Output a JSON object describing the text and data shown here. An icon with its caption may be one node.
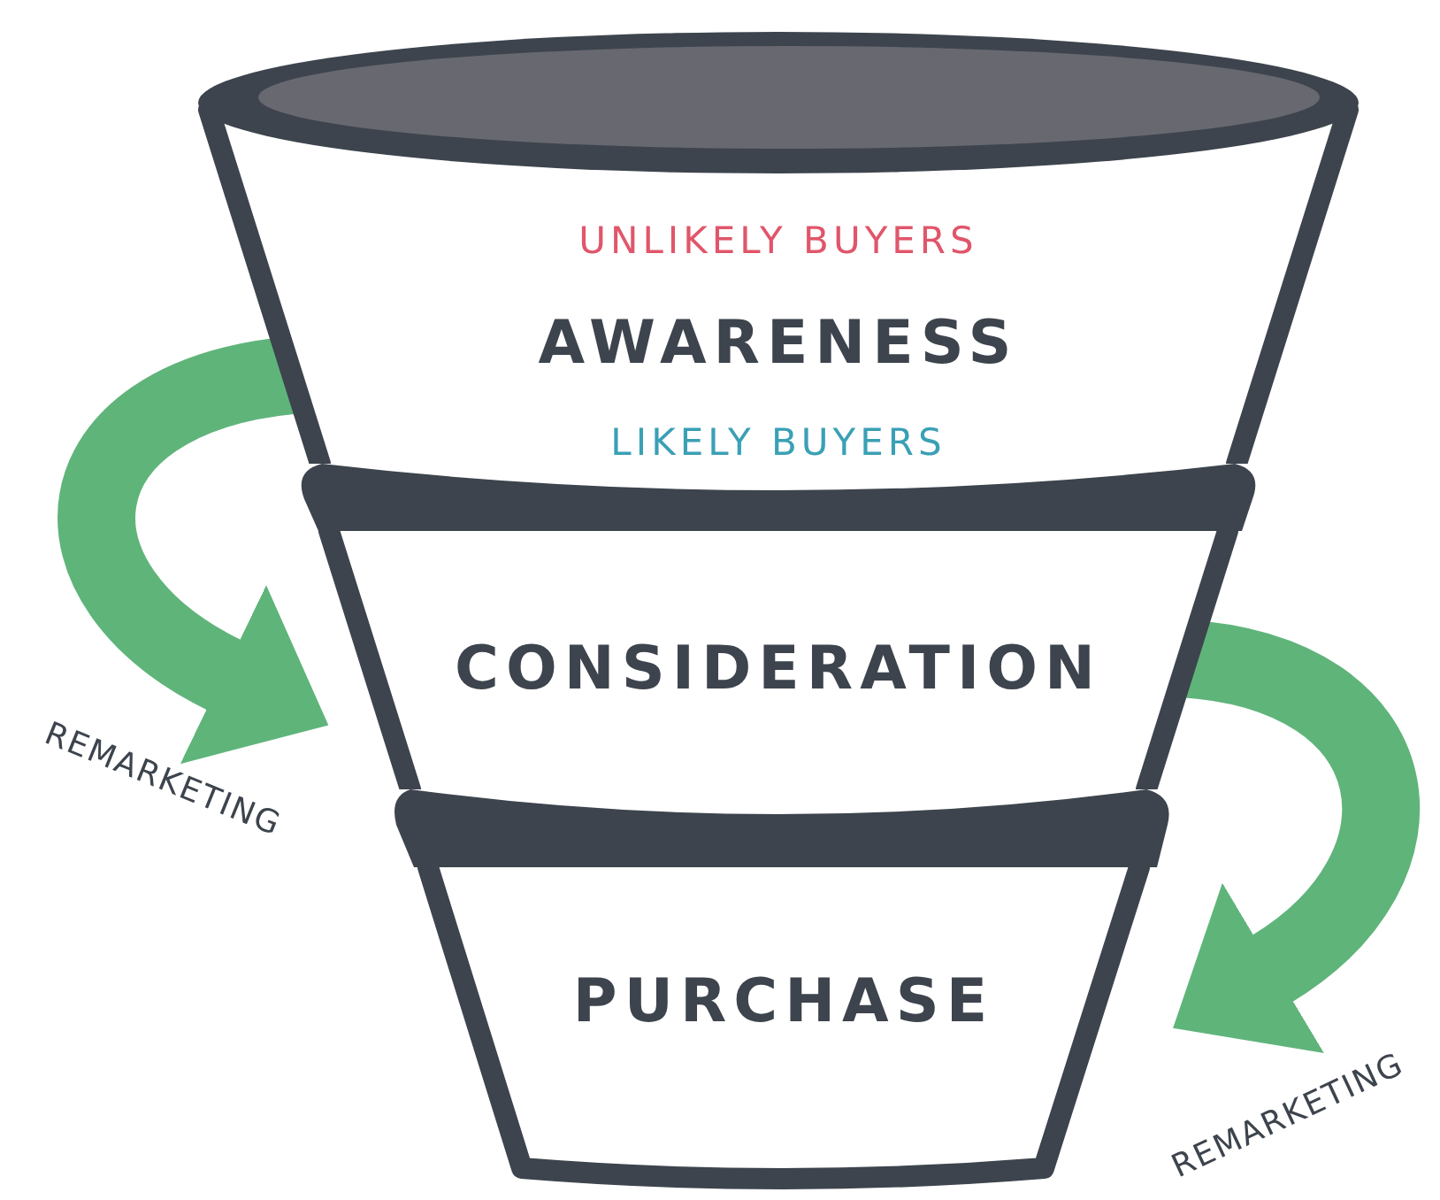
{
  "diagram": {
    "nodes": [
      {
        "text": [
          "UNLIKELY BUYERS",
          "AWARENESS",
          "LIKELY BUYERS"
        ]
      },
      {
        "text": [],
        "shape": "bar"
      },
      {
        "text": [
          "CONSIDERATION"
        ]
      },
      {
        "text": [],
        "shape": "bar"
      },
      {
        "text": [
          "PURCHASE"
        ]
      }
    ],
    "edges": [
      {
        "from": 0,
        "to": 2,
        "arrow": "to",
        "label": "REMARKETING"
      },
      {
        "from": 2,
        "to": 4,
        "arrow": "to",
        "label": "REMARKETING"
      }
    ]
  }
}
